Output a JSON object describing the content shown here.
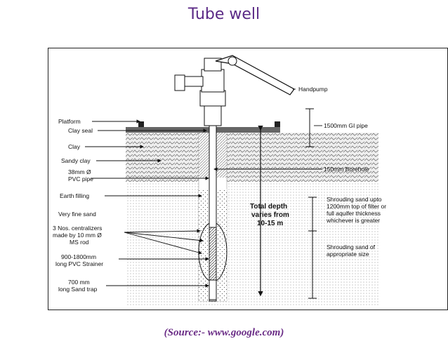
{
  "title": "Tube well",
  "source": "(Source:- www.google.com)",
  "left_labels": {
    "platform": "Platform",
    "clay_seal": "Clay seal",
    "clay": "Clay",
    "sandy_clay": "Sandy clay",
    "pvc_pipe_1": "38mm Ø",
    "pvc_pipe_2": "PVC pipe",
    "earth_filling": "Earth filling",
    "very_fine_sand": "Very fine sand",
    "centralizers_1": "3 Nos. centralizers",
    "centralizers_2": "made by 10 mm Ø",
    "centralizers_3": "MS rod",
    "strainer_1": "900-1800mm",
    "strainer_2": "long PVC Strainer",
    "sand_trap_1": "700 mm",
    "sand_trap_2": "long Sand trap"
  },
  "right_labels": {
    "handpump": "Handpump",
    "gi_pipe": "1500mm GI pipe",
    "borehole": "150mm Borehole",
    "shroud_upto_1": "Shrouding sand upto",
    "shroud_upto_2": "1200mm top of filter or",
    "shroud_upto_3": "full aquifer thickness",
    "shroud_upto_4": "whichever is greater",
    "shroud_size_1": "Shrouding sand of",
    "shroud_size_2": "appropriate size"
  },
  "depth_label": {
    "line1": "Total depth",
    "line2": "varies from",
    "line3": "10-15 m"
  },
  "colors": {
    "title": "#5b2a86",
    "source": "#6a2c86",
    "platform": "#555555",
    "clay": "#d9d9d9"
  }
}
